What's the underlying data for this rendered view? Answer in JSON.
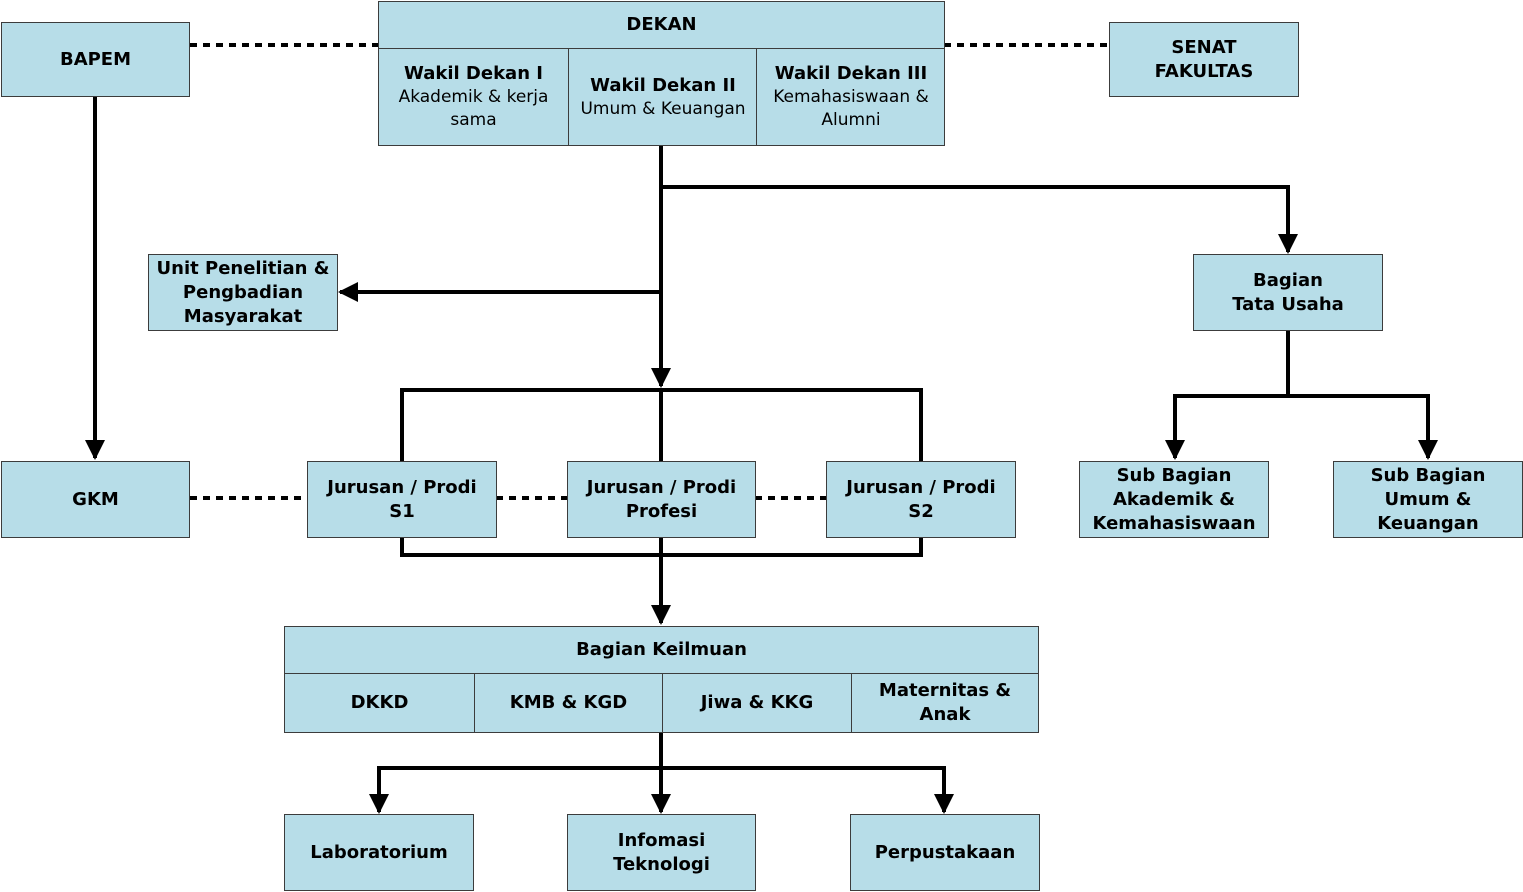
{
  "boxes": {
    "bapem": "BAPEM",
    "senat": "SENAT\nFAKULTAS",
    "dekan": {
      "title": "DEKAN",
      "wakil1": {
        "title": "Wakil Dekan I",
        "desc": "Akademik & kerja\nsama"
      },
      "wakil2": {
        "title": "Wakil Dekan II",
        "desc": "Umum & Keuangan"
      },
      "wakil3": {
        "title": "Wakil Dekan III",
        "desc": "Kemahasiswaan &\nAlumni"
      }
    },
    "unit_penelitian": "Unit Penelitian &\nPengbadian\nMasyarakat",
    "tata_usaha": "Bagian\nTata Usaha",
    "gkm": "GKM",
    "prodi_s1": "Jurusan / Prodi\nS1",
    "prodi_profesi": "Jurusan / Prodi\nProfesi",
    "prodi_s2": "Jurusan / Prodi\nS2",
    "sub_akademik": "Sub Bagian\nAkademik &\nKemahasiswaan",
    "sub_umum": "Sub Bagian\nUmum &\nKeuangan",
    "keilmuan": {
      "title": "Bagian Keilmuan",
      "units": [
        "DKKD",
        "KMB & KGD",
        "Jiwa & KKG",
        "Maternitas &\nAnak"
      ]
    },
    "laboratorium": "Laboratorium",
    "informasi": "Infomasi\nTeknologi",
    "perpustakaan": "Perpustakaan"
  },
  "colors": {
    "box_fill": "#b7dde8",
    "line": "#000000"
  }
}
